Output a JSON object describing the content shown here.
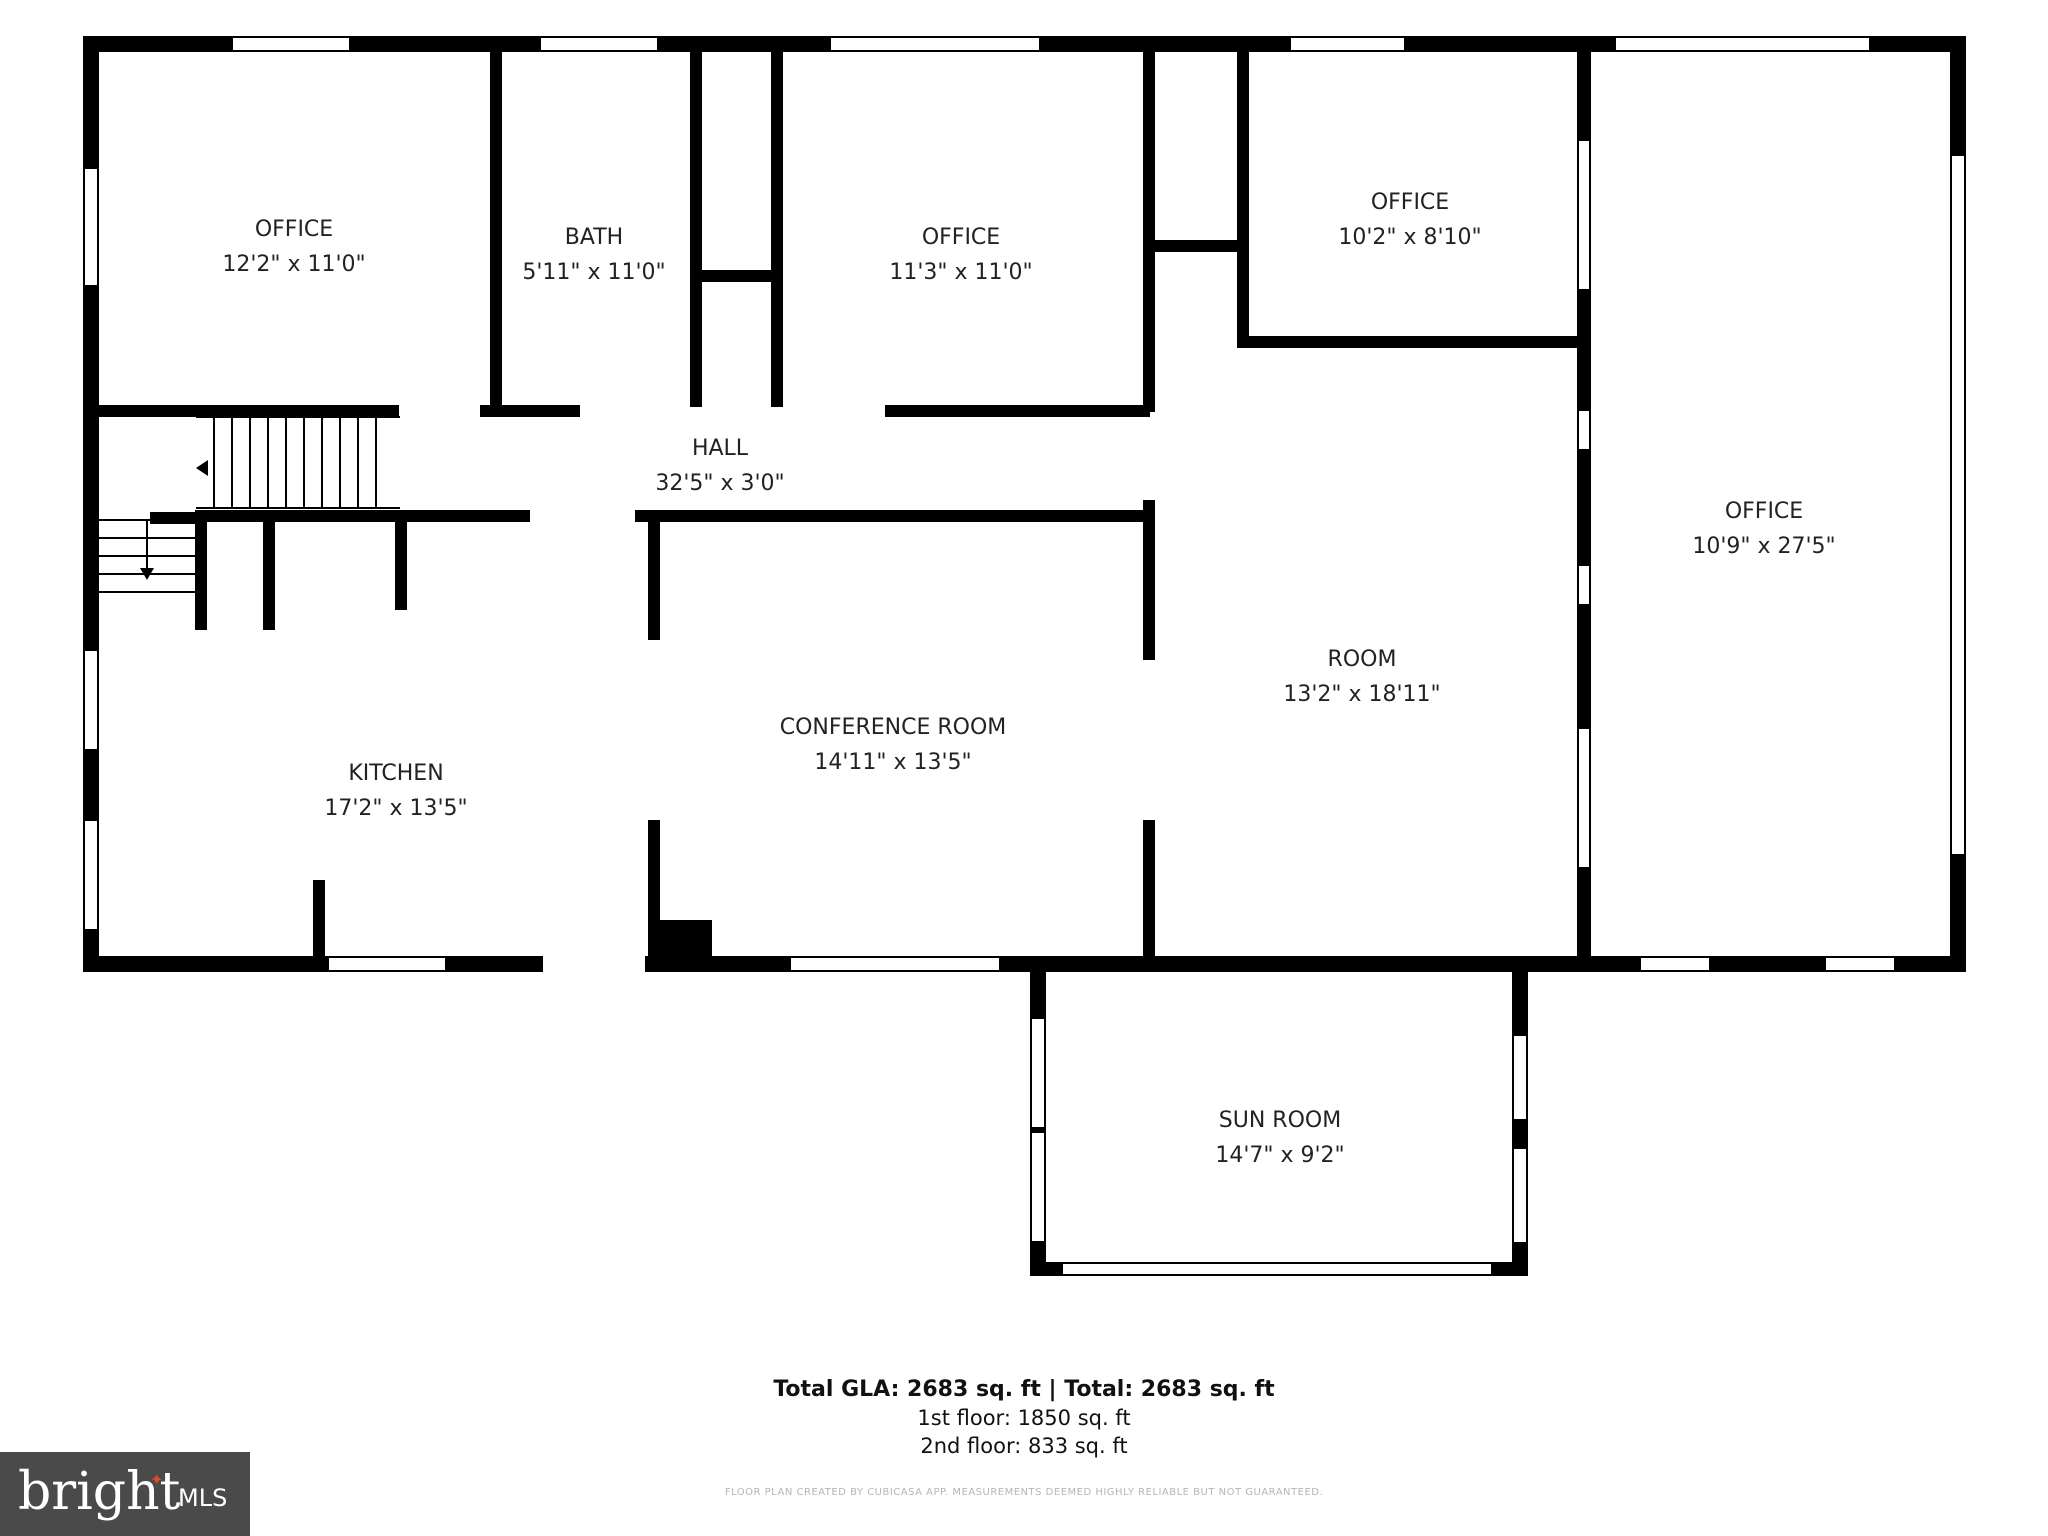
{
  "rooms": {
    "office1": {
      "name": "OFFICE",
      "dims": "12'2\" x 11'0\""
    },
    "bath": {
      "name": "BATH",
      "dims": "5'11\" x 11'0\""
    },
    "office2": {
      "name": "OFFICE",
      "dims": "11'3\" x 11'0\""
    },
    "office3": {
      "name": "OFFICE",
      "dims": "10'2\" x 8'10\""
    },
    "hall": {
      "name": "HALL",
      "dims": "32'5\" x 3'0\""
    },
    "office4": {
      "name": "OFFICE",
      "dims": "10'9\" x 27'5\""
    },
    "room": {
      "name": "ROOM",
      "dims": "13'2\" x 18'11\""
    },
    "conference": {
      "name": "CONFERENCE ROOM",
      "dims": "14'11\" x 13'5\""
    },
    "kitchen": {
      "name": "KITCHEN",
      "dims": "17'2\" x 13'5\""
    },
    "sunroom": {
      "name": "SUN ROOM",
      "dims": "14'7\" x 9'2\""
    }
  },
  "summary": {
    "total": "Total GLA: 2683 sq. ft | Total: 2683 sq. ft",
    "floor1": "1st floor: 1850 sq. ft",
    "floor2": "2nd floor: 833 sq. ft",
    "disclaimer": "FLOOR PLAN CREATED BY CUBICASA APP. MEASUREMENTS DEEMED HIGHLY RELIABLE BUT NOT GUARANTEED."
  },
  "logo": {
    "brand": "bright",
    "suffix": "MLS"
  },
  "colors": {
    "wall": "#000000",
    "logo_bg": "#4a4a4a",
    "logo_accent": "#e04a2a"
  }
}
